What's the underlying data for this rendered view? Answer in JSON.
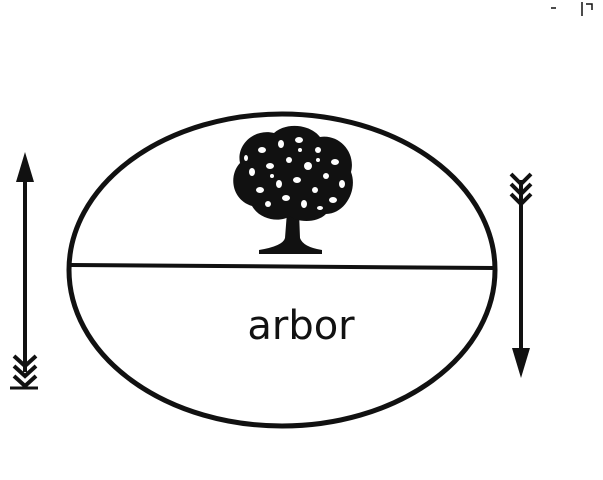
{
  "sign": {
    "word": "arbor",
    "symbol_icon": "tree-icon",
    "left_arrow_direction": "up",
    "right_arrow_direction": "down"
  },
  "colors": {
    "ink": "#111111",
    "paper": "#ffffff"
  }
}
